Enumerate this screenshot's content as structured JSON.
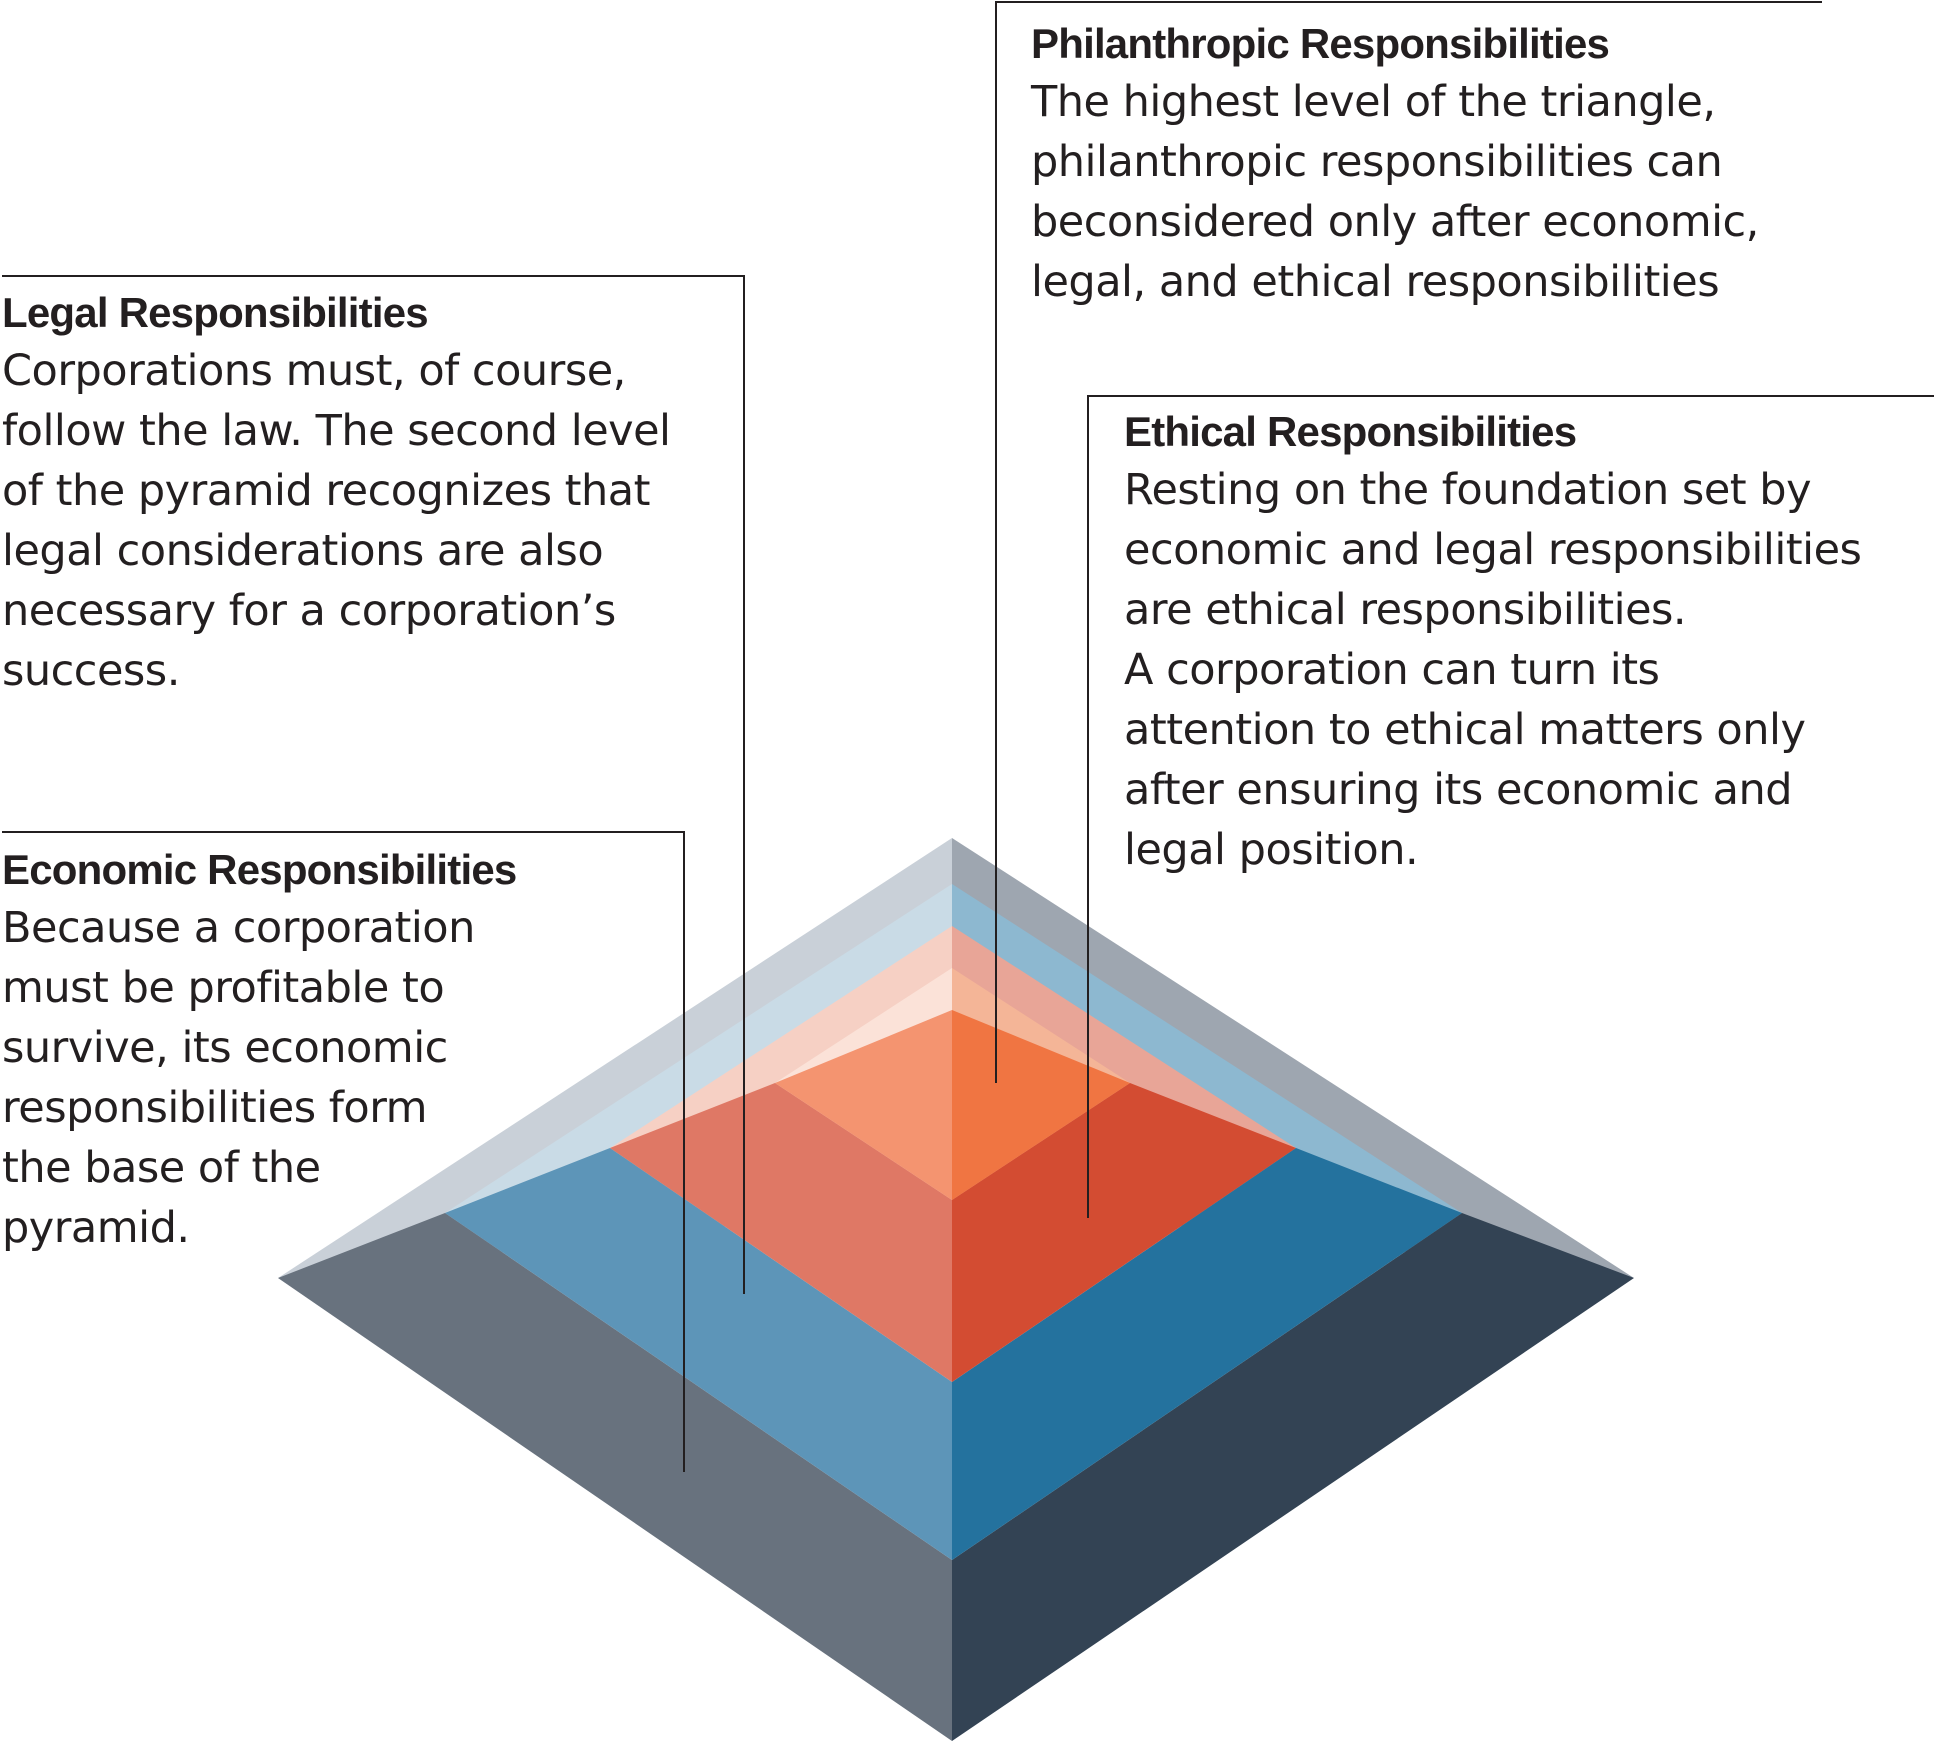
{
  "callouts": {
    "philanthropic": {
      "title": "Philanthropic Responsibilities",
      "lines": [
        "The highest level of the triangle,",
        "philanthropic responsibilities can",
        "beconsidered only after economic,",
        "legal, and ethical responsibilities"
      ]
    },
    "legal": {
      "title": "Legal Responsibilities",
      "lines": [
        "Corporations must, of course,",
        "follow the law. The second level",
        "of the pyramid recognizes that",
        "legal considerations are also",
        "necessary for a corporation’s",
        "success."
      ]
    },
    "ethical": {
      "title": "Ethical Responsibilities",
      "lines": [
        "Resting on the foundation set by",
        "economic and legal responsibilities",
        "are ethical responsibilities.",
        "A corporation can turn its",
        "attention to ethical matters only",
        "after ensuring its economic and",
        "legal position."
      ]
    },
    "economic": {
      "title": "Economic Responsibilities",
      "lines": [
        "Because a corporation",
        "must be profitable to",
        "survive, its economic",
        "responsibilities form",
        "the base of the",
        "pyramid."
      ]
    }
  },
  "colors": {
    "economic_left": "#68727e",
    "economic_right": "#334354",
    "economic_upper_left": "#c9d0d8",
    "economic_upper_right": "#9ea6b0",
    "legal_left": "#5d95b8",
    "legal_right": "#24729e",
    "legal_upper_left": "#c9dbe6",
    "legal_upper_right": "#8db8d0",
    "ethical_left": "#df7865",
    "ethical_right": "#d34c32",
    "ethical_upper_left": "#f6d0c4",
    "ethical_upper_right": "#e8a597",
    "philanthropic_left": "#f49470",
    "philanthropic_right": "#f07542",
    "philanthropic_upper_left": "#fbe2d8",
    "philanthropic_upper_right": "#f4b597",
    "leader_line": "#231f20",
    "text": "#231f20"
  }
}
